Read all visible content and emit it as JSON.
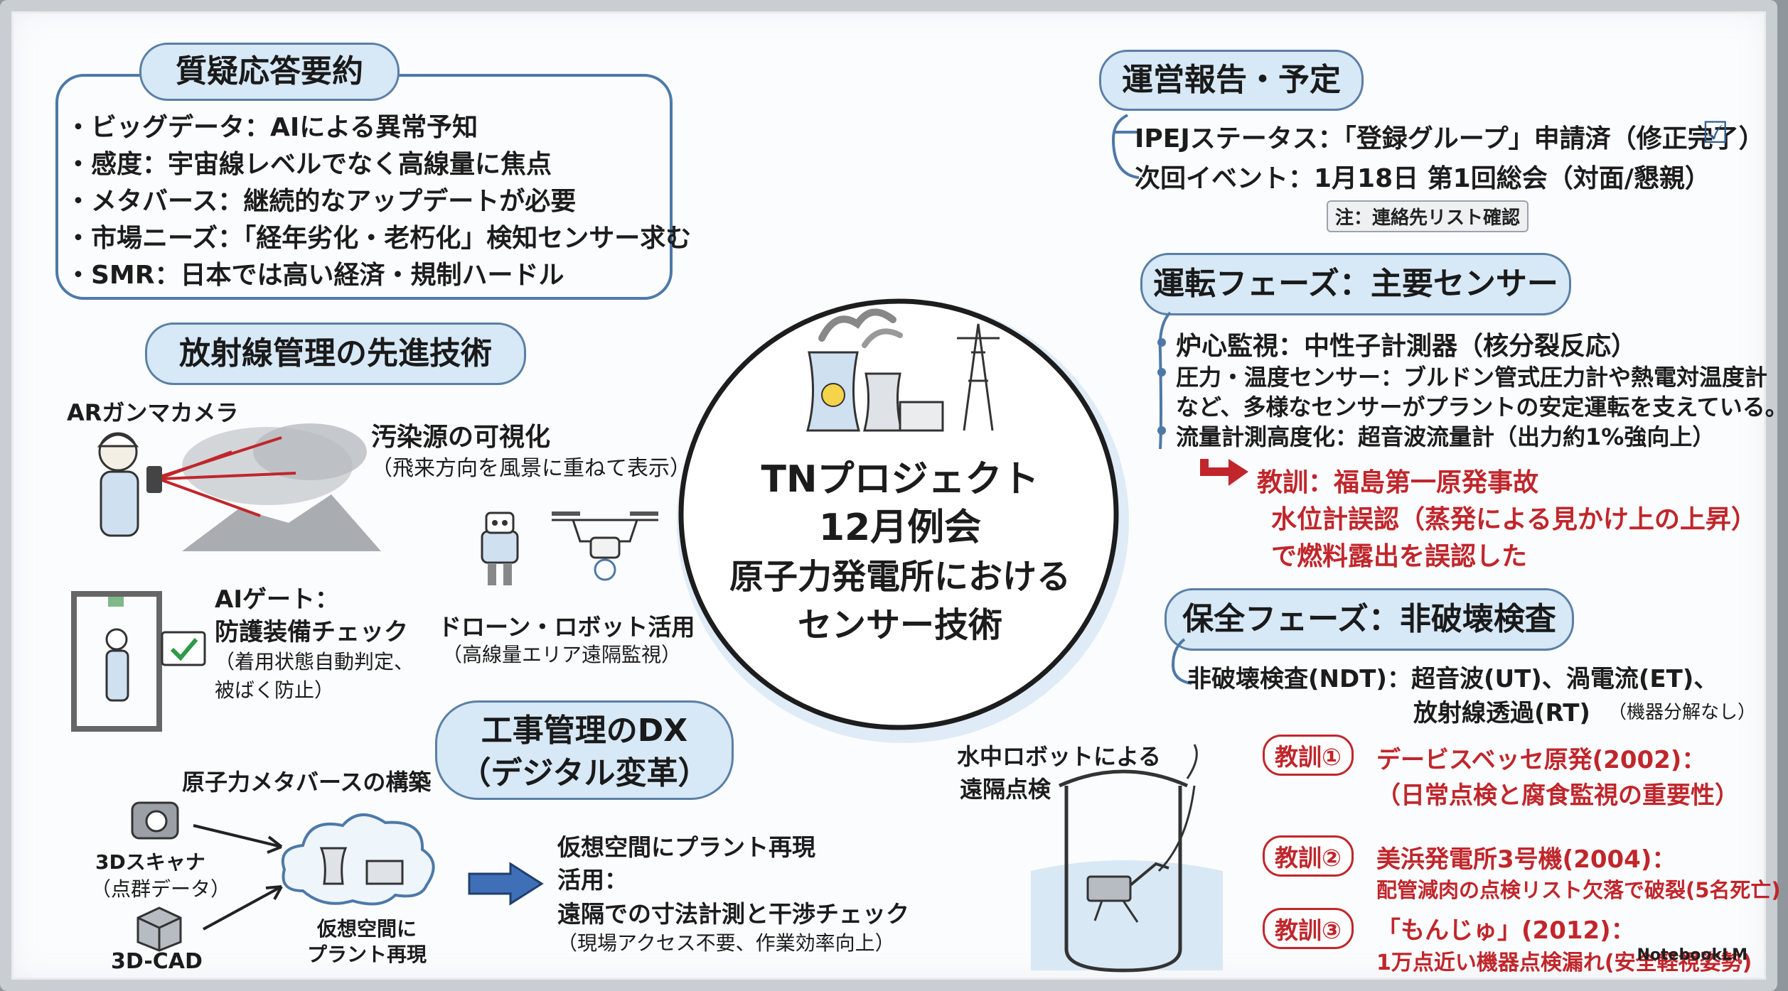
{
  "qa": {
    "title": "質疑応答要約",
    "items": [
      "・ビッグデータ：AIによる異常予知",
      "・感度：宇宙線レベルでなく高線量に焦点",
      "・メタバース：継続的なアップデートが必要",
      "・市場ニーズ：「経年劣化・老朽化」検知センサー求む",
      "・SMR：日本では高い経済・規制ハードル"
    ]
  },
  "radiation": {
    "title": "放射線管理の先進技術",
    "ar_label": "ARガンマカメラ",
    "visualize_title": "汚染源の可視化",
    "visualize_sub": "（飛来方向を風景に重ねて表示）",
    "gate_line1": "AIゲート：",
    "gate_line2": "防護装備チェック",
    "gate_sub1": "（着用状態自動判定、",
    "gate_sub2": "被ばく防止）",
    "drone_title": "ドローン・ロボット活用",
    "drone_sub": "（高線量エリア遠隔監視）"
  },
  "dx": {
    "title_line1": "工事管理のDX",
    "title_line2": "（デジタル変革）",
    "metaverse_label": "原子力メタバースの構築",
    "scanner_label": "3Dスキャナ",
    "scanner_sub": "（点群データ）",
    "cad_label": "3D-CAD",
    "cloud_label1": "仮想空間に",
    "cloud_label2": "プラント再現",
    "result_line1": "仮想空間にプラント再現",
    "result_line2": "活用：",
    "result_line3": "遠隔での寸法計測と干渉チェック",
    "result_line4": "（現場アクセス不要、作業効率向上）"
  },
  "center": {
    "line1": "TNプロジェクト",
    "line2": "12月例会",
    "line3": "原子力発電所における",
    "line4": "センサー技術"
  },
  "ops": {
    "title": "運営報告・予定",
    "ipej": "IPEJステータス：「登録グループ」申請済（修正完了）",
    "check_icon": "☑",
    "next_event": "次回イベント：1月18日 第1回総会（対面/懇親）",
    "note": "注：連絡先リスト確認"
  },
  "operation": {
    "title": "運転フェーズ：主要センサー",
    "item1": "炉心監視：中性子計測器（核分裂反応）",
    "item2_line1": "圧力・温度センサー：ブルドン管式圧力計や熱電対温度計",
    "item2_line2": "など、多様なセンサーがプラントの安定運転を支えている。",
    "item3": "流量計測高度化：超音波流量計（出力約1%強向上）",
    "lesson_line1": "教訓：福島第一原発事故",
    "lesson_line2": "水位計誤認（蒸発による見かけ上の上昇）",
    "lesson_line3": "で燃料露出を誤認した"
  },
  "maintenance": {
    "title": "保全フェーズ：非破壊検査",
    "ndt_line1": "非破壊検査(NDT)：超音波(UT)、渦電流(ET)、",
    "ndt_line2": "放射線透過(RT)",
    "ndt_note": "（機器分解なし）",
    "robot_label1": "水中ロボットによる",
    "robot_label2": "遠隔点検",
    "lessons": [
      {
        "tag": "教訓①",
        "line1": "デービスベッセ原発(2002)：",
        "line2": "（日常点検と腐食監視の重要性）"
      },
      {
        "tag": "教訓②",
        "line1": "美浜発電所3号機(2004)：",
        "line2": "配管減肉の点検リスト欠落で破裂(5名死亡)"
      },
      {
        "tag": "教訓③",
        "line1": "「もんじゅ」(2012)：",
        "line2": "1万点近い機器点検漏れ(安全軽視姿勢)"
      }
    ]
  },
  "logo": "NotebookLM",
  "colors": {
    "accent_blue": "#4d79a8",
    "pill_fill": "#d7e8f6",
    "lesson_red": "#c0262b"
  }
}
